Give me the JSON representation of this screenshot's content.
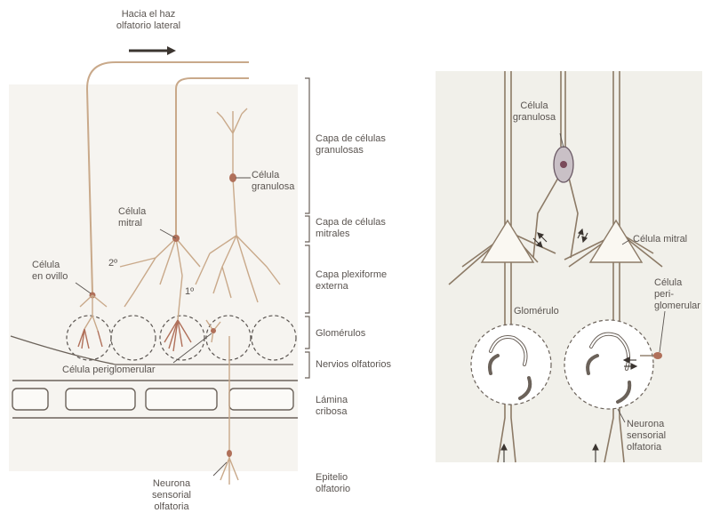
{
  "left_panel": {
    "arrow_text": [
      "Hacia el haz",
      "olfatorio lateral"
    ],
    "layers": [
      [
        "Capa de células",
        "granulosas"
      ],
      [
        "Capa de células",
        "mitrales"
      ],
      [
        "Capa plexiforme",
        "externa"
      ],
      [
        "Glomérulos"
      ],
      [
        "Nervios olfatorios"
      ],
      [
        "Lámina",
        "cribosa"
      ],
      [
        "Epitelio",
        "olfatorio"
      ]
    ],
    "cells": {
      "granule": [
        "Célula",
        "granulosa"
      ],
      "mitral": [
        "Célula",
        "mitral"
      ],
      "tufted": [
        "Célula",
        "en ovillo"
      ],
      "periglomerular": "Célula periglomerular",
      "sensory": [
        "Neurona",
        "sensorial",
        "olfatoria"
      ]
    },
    "dendrite_marks": {
      "secondary": "2º",
      "primary": "1º"
    }
  },
  "right_panel": {
    "granule": [
      "Célula",
      "granulosa"
    ],
    "mitral": "Célula mitral",
    "glomerulus": "Glomérulo",
    "periglomerular": [
      "Célula",
      "peri-",
      "glomerular"
    ],
    "sensory": [
      "Neurona",
      "sensorial",
      "olfatoria"
    ]
  },
  "colors": {
    "fiber": "#c9a98a",
    "fiber_dark": "#8c7a66",
    "soma": "#b0705a",
    "text": "#5a5450",
    "right_bg": "#f1f0ea",
    "left_bg": "#f6f4f0"
  }
}
